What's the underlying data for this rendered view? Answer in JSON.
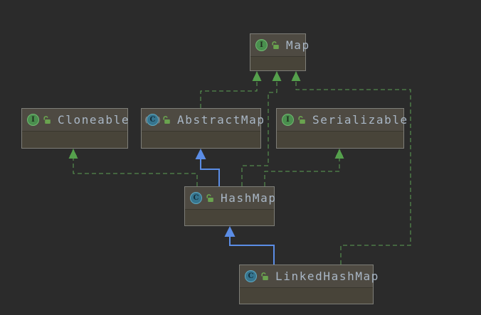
{
  "diagram": {
    "kind": "uml-class-diagram",
    "nodes": [
      {
        "id": "Map",
        "label": "Map",
        "stereotype": "interface",
        "icon": "interface-icon",
        "icon_letter": "I",
        "modifier_icon": "unlocked-icon"
      },
      {
        "id": "Cloneable",
        "label": "Cloneable",
        "stereotype": "interface",
        "icon": "interface-icon",
        "icon_letter": "I",
        "modifier_icon": "unlocked-icon"
      },
      {
        "id": "AbstractMap",
        "label": "AbstractMap",
        "stereotype": "abstract-class",
        "icon": "abstract-class-icon",
        "icon_letter": "C",
        "modifier_icon": "unlocked-icon"
      },
      {
        "id": "Serializable",
        "label": "Serializable",
        "stereotype": "interface",
        "icon": "interface-icon",
        "icon_letter": "I",
        "modifier_icon": "unlocked-icon"
      },
      {
        "id": "HashMap",
        "label": "HashMap",
        "stereotype": "class",
        "icon": "class-icon",
        "icon_letter": "C",
        "modifier_icon": "unlocked-icon"
      },
      {
        "id": "LinkedHashMap",
        "label": "LinkedHashMap",
        "stereotype": "class",
        "icon": "class-icon",
        "icon_letter": "C",
        "modifier_icon": "unlocked-icon"
      }
    ],
    "edges": [
      {
        "from": "AbstractMap",
        "to": "Map",
        "relation": "implements",
        "line": "dashed",
        "color": "#5ea155"
      },
      {
        "from": "HashMap",
        "to": "Map",
        "relation": "implements",
        "line": "dashed",
        "color": "#5ea155"
      },
      {
        "from": "LinkedHashMap",
        "to": "Map",
        "relation": "implements",
        "line": "dashed",
        "color": "#5ea155"
      },
      {
        "from": "HashMap",
        "to": "Cloneable",
        "relation": "implements",
        "line": "dashed",
        "color": "#5ea155"
      },
      {
        "from": "HashMap",
        "to": "Serializable",
        "relation": "implements",
        "line": "dashed",
        "color": "#5ea155"
      },
      {
        "from": "HashMap",
        "to": "AbstractMap",
        "relation": "extends",
        "line": "solid",
        "color": "#5b8de6"
      },
      {
        "from": "LinkedHashMap",
        "to": "HashMap",
        "relation": "extends",
        "line": "solid",
        "color": "#5b8de6"
      }
    ],
    "colors": {
      "background": "#2b2b2b",
      "node_header_fill": "#4e4a42",
      "node_body_fill": "#484439",
      "node_border": "#7e7e78",
      "label_text": "#a9b7c6",
      "implements_edge": "#5ea155",
      "extends_edge": "#5b8de6",
      "interface_icon": "#4a8f4e",
      "class_icon": "#36758f",
      "unlocked_icon": "#6aa34f"
    }
  }
}
